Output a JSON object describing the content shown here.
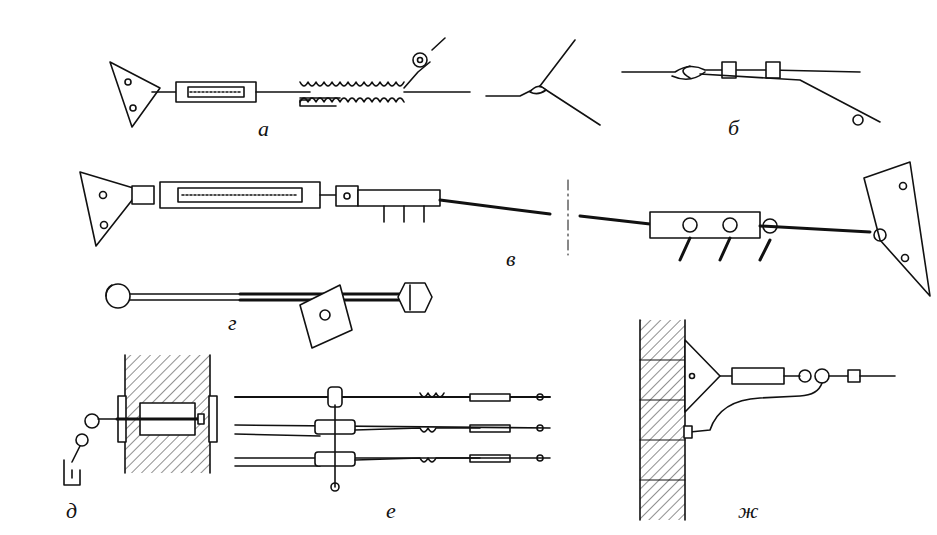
{
  "diagram": {
    "labels": [
      "а",
      "б",
      "в",
      "г",
      "д",
      "е",
      "ж"
    ]
  }
}
